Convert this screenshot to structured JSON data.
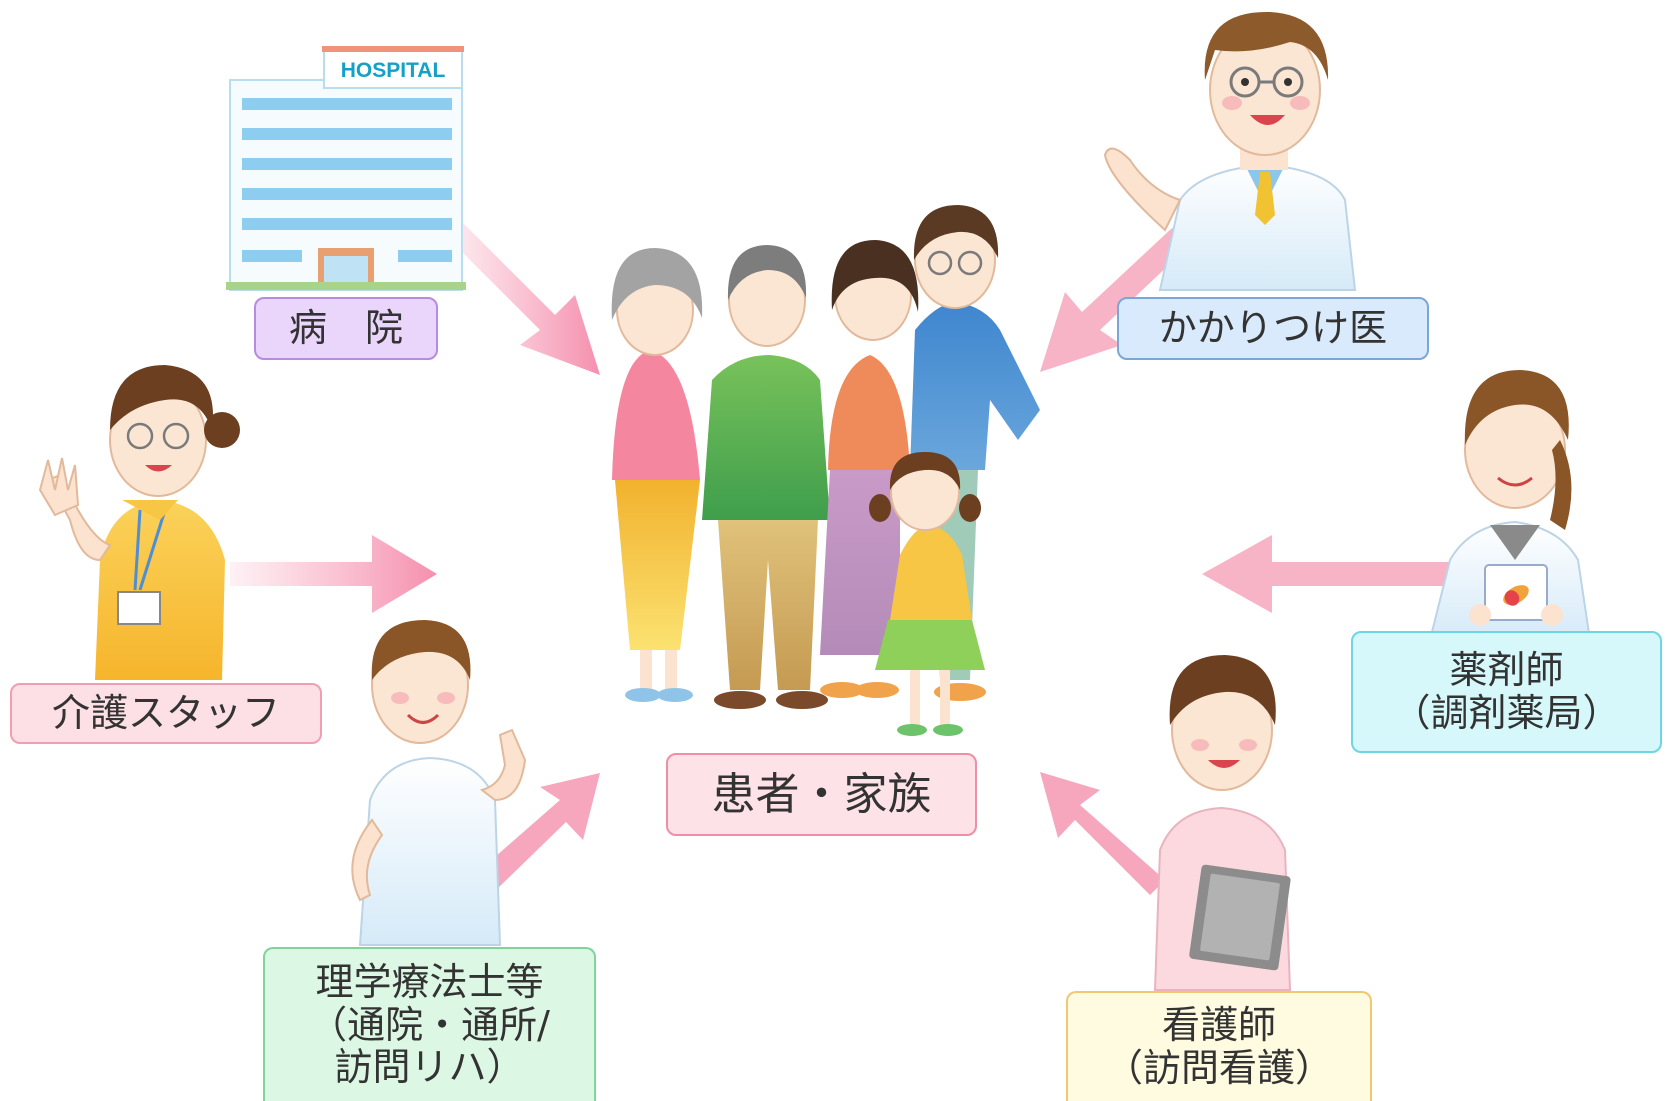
{
  "hospital_sign": "HOSPITAL",
  "labels": {
    "hospital": "病　院",
    "doctor": "かかりつけ医",
    "care_staff": "介護スタッフ",
    "pharmacist": [
      "薬剤師",
      "（調剤薬局）"
    ],
    "patient_family": "患者・家族",
    "physio": [
      "理学療法士等",
      "（通院・通所/",
      "訪問リハ）"
    ],
    "nurse": [
      "看護師",
      "（訪問看護）"
    ]
  },
  "colors": {
    "hospital_box": {
      "fill": "#ead5fb",
      "border": "#b88ae0"
    },
    "doctor_box": {
      "fill": "#d9eafc",
      "border": "#7ba6d6"
    },
    "care_box": {
      "fill": "#fde0e6",
      "border": "#ef9fb0"
    },
    "pharmacist_box": {
      "fill": "#d7f8fb",
      "border": "#6ed6e3"
    },
    "patient_box": {
      "fill": "#fde2e8",
      "border": "#ee8fa6"
    },
    "physio_box": {
      "fill": "#dcf8e4",
      "border": "#7fd39b"
    },
    "nurse_box": {
      "fill": "#fffbe0",
      "border": "#efc86f"
    },
    "arrow": "#f7a7bd"
  }
}
